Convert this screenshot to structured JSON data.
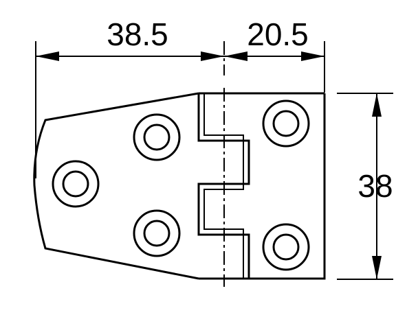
{
  "dimensions": {
    "width_left": "38.5",
    "width_right": "20.5",
    "height": "38"
  },
  "colors": {
    "line": "#000000",
    "background": "#ffffff"
  }
}
